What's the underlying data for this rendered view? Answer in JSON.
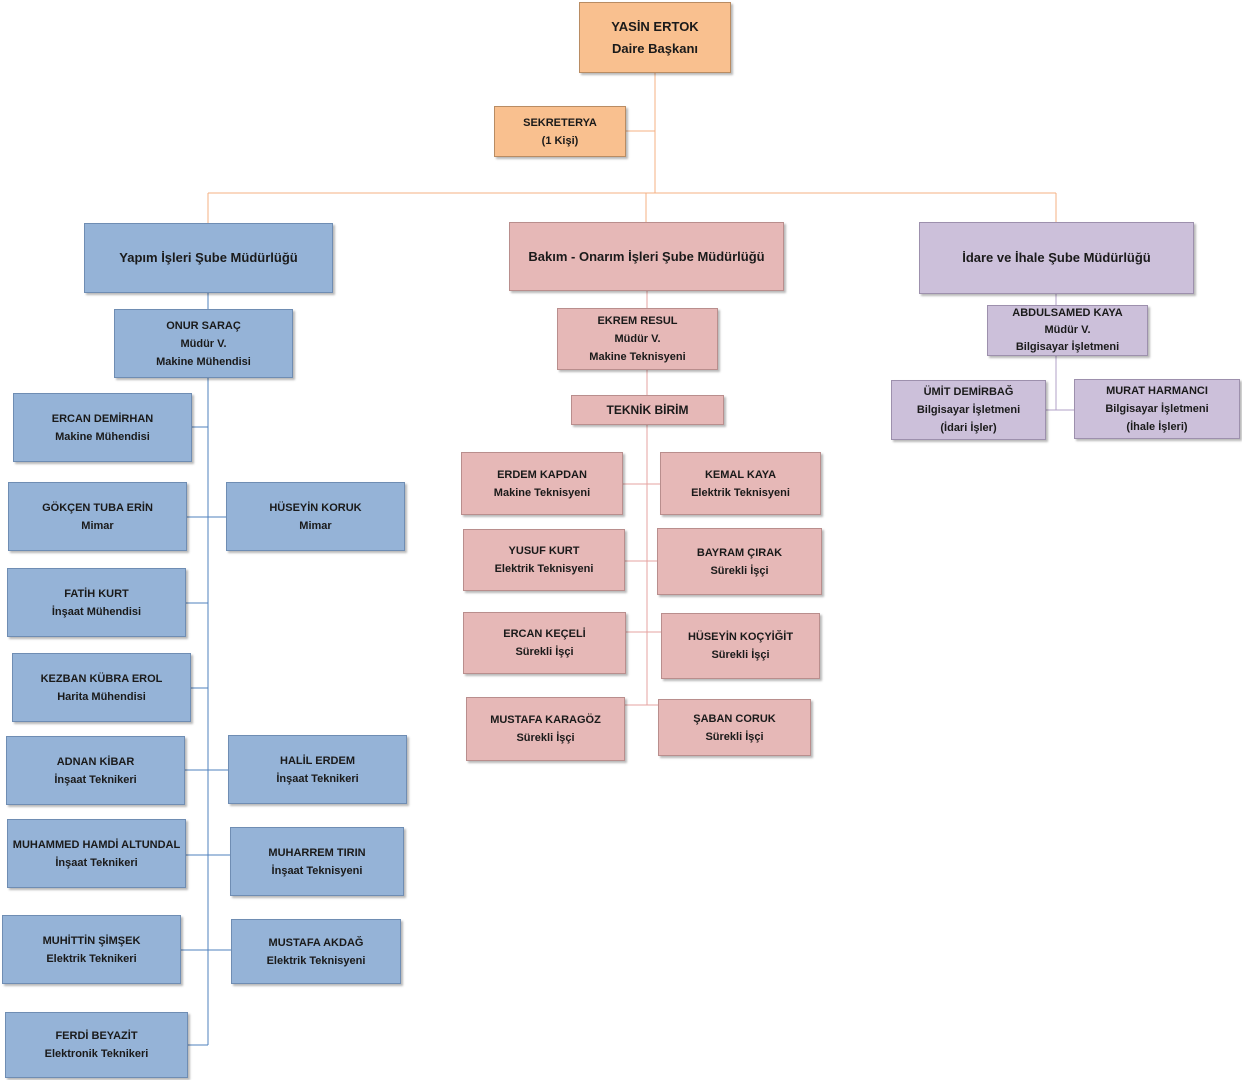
{
  "colors": {
    "orange": "#f9c08f",
    "blue": "#95b3d7",
    "pink": "#e6b8b7",
    "purple": "#ccc0da",
    "line_orange": "#f4b183",
    "line_blue": "#4f81bd",
    "line_pink": "#e6a3a1",
    "line_purple": "#b1a0c7"
  },
  "top": {
    "name": "YASİN ERTOK",
    "title": "Daire Başkanı"
  },
  "secretary": {
    "name": "SEKRETERYA",
    "detail": "(1 Kişi)"
  },
  "yapim": {
    "heading": "Yapım İşleri Şube Müdürlüğü",
    "manager": {
      "name": "ONUR SARAÇ",
      "role": "Müdür V.",
      "title": "Makine Mühendisi"
    },
    "staff": [
      {
        "name": "ERCAN DEMİRHAN",
        "title": "Makine Mühendisi"
      },
      {
        "name": "GÖKÇEN TUBA ERİN",
        "title": "Mimar"
      },
      {
        "name": "HÜSEYİN KORUK",
        "title": "Mimar"
      },
      {
        "name": "FATİH KURT",
        "title": "İnşaat Mühendisi"
      },
      {
        "name": "KEZBAN KÜBRA EROL",
        "title": "Harita Mühendisi"
      },
      {
        "name": "ADNAN KİBAR",
        "title": "İnşaat Teknikeri"
      },
      {
        "name": "HALİL ERDEM",
        "title": "İnşaat Teknikeri"
      },
      {
        "name": "MUHAMMED HAMDİ ALTUNDAL",
        "title": "İnşaat Teknikeri"
      },
      {
        "name": "MUHARREM TIRIN",
        "title": "İnşaat Teknisyeni"
      },
      {
        "name": "MUHİTTİN ŞİMŞEK",
        "title": "Elektrik Teknikeri"
      },
      {
        "name": "MUSTAFA AKDAĞ",
        "title": "Elektrik Teknisyeni"
      },
      {
        "name": "FERDİ BEYAZİT",
        "title": "Elektronik Teknikeri"
      }
    ]
  },
  "bakim": {
    "heading": "Bakım - Onarım İşleri Şube Müdürlüğü",
    "manager": {
      "name": "EKREM RESUL",
      "role": "Müdür V.",
      "title": "Makine Teknisyeni"
    },
    "unit": "TEKNİK BİRİM",
    "staff": [
      {
        "name": "ERDEM KAPDAN",
        "title": "Makine Teknisyeni"
      },
      {
        "name": "KEMAL KAYA",
        "title": "Elektrik Teknisyeni"
      },
      {
        "name": "YUSUF KURT",
        "title": "Elektrik Teknisyeni"
      },
      {
        "name": "BAYRAM ÇIRAK",
        "title": "Sürekli İşçi"
      },
      {
        "name": "ERCAN KEÇELİ",
        "title": "Sürekli İşçi"
      },
      {
        "name": "HÜSEYİN KOÇYİĞİT",
        "title": "Sürekli İşçi"
      },
      {
        "name": "MUSTAFA KARAGÖZ",
        "title": "Sürekli İşçi"
      },
      {
        "name": "ŞABAN CORUK",
        "title": "Sürekli İşçi"
      }
    ]
  },
  "idare": {
    "heading": "İdare ve İhale Şube Müdürlüğü",
    "manager": {
      "name": "ABDULSAMED KAYA",
      "role": "Müdür V.",
      "title": "Bilgisayar İşletmeni"
    },
    "staff": [
      {
        "name": "ÜMİT DEMİRBAĞ",
        "title": "Bilgisayar İşletmeni",
        "note": "(İdari İşler)"
      },
      {
        "name": "MURAT HARMANCI",
        "title": "Bilgisayar İşletmeni",
        "note": "(İhale İşleri)"
      }
    ]
  }
}
